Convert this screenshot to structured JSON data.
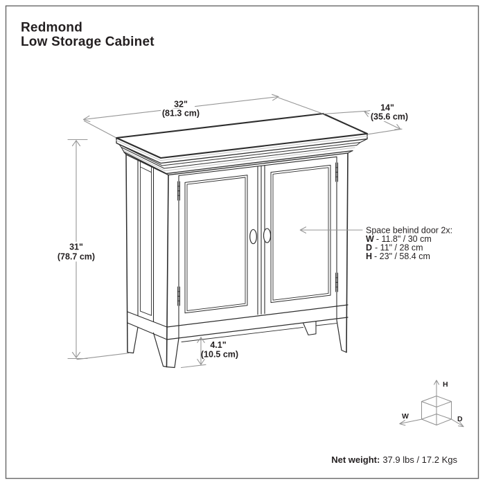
{
  "page": {
    "title_line1": "Redmond",
    "title_line2": "Low Storage Cabinet"
  },
  "dims": {
    "width_in": "32\"",
    "width_cm": "(81.3 cm)",
    "depth_in": "14\"",
    "depth_cm": "(35.6 cm)",
    "height_in": "31\"",
    "height_cm": "(78.7 cm)",
    "leg_in": "4.1\"",
    "leg_cm": "(10.5 cm)"
  },
  "callout": {
    "heading": "Space behind door 2x:",
    "rows": [
      {
        "k": "W",
        "v": "- 11.8\" / 30 cm"
      },
      {
        "k": "D",
        "v": "- 11\" / 28 cm"
      },
      {
        "k": "H",
        "v": "- 23\" / 58.4 cm"
      }
    ]
  },
  "cube": {
    "h": "H",
    "w": "W",
    "d": "D"
  },
  "footer": {
    "label": "Net weight:",
    "value": "37.9 lbs / 17.2 Kgs"
  },
  "colors": {
    "ink": "#2d2d2d",
    "dim_line": "#969696",
    "accent": "#c4c4c4",
    "text": "#231f20",
    "border": "#666666"
  }
}
